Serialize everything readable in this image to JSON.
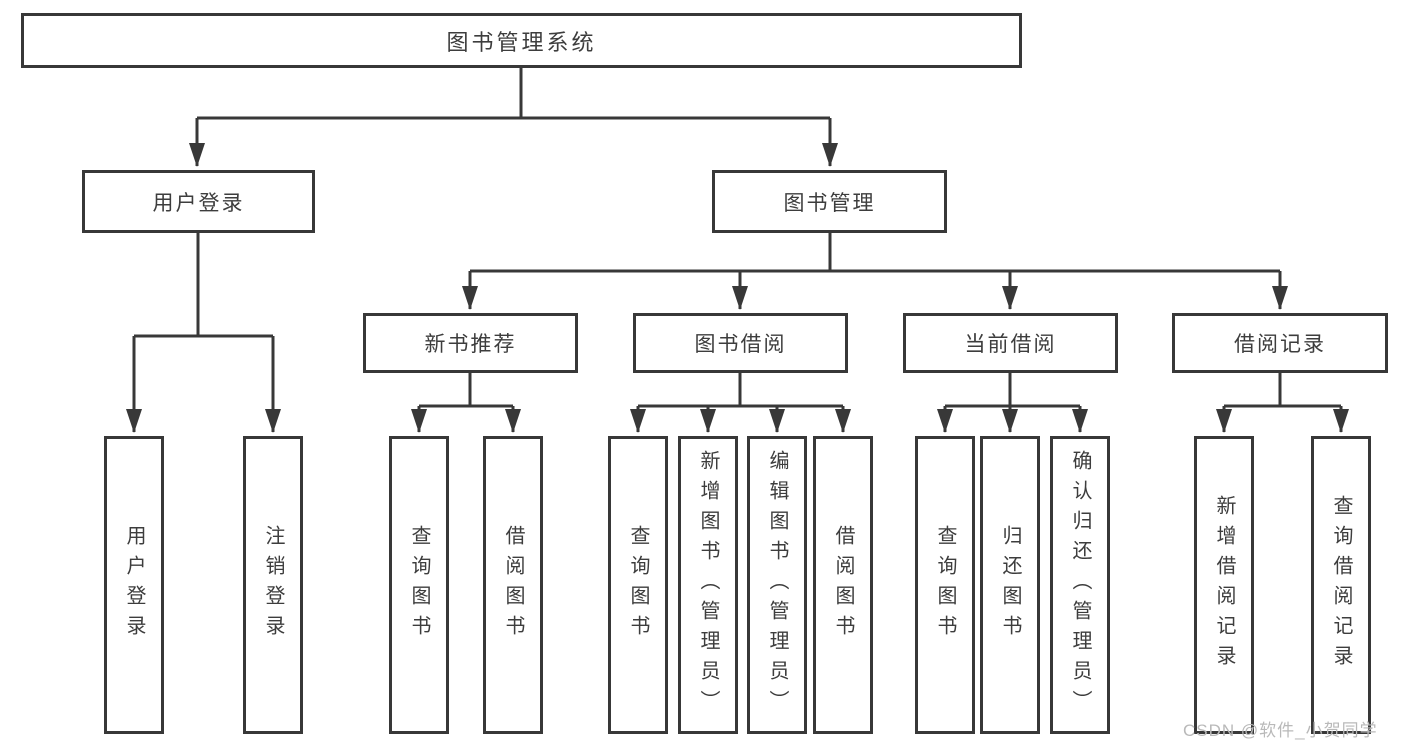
{
  "diagram": {
    "root": {
      "label": "图书管理系统"
    },
    "user_branch": {
      "label": "用户登录",
      "leaves": [
        {
          "label": "用户登录"
        },
        {
          "label": "注销登录"
        }
      ]
    },
    "book_branch": {
      "label": "图书管理",
      "sections": [
        {
          "label": "新书推荐",
          "leaves": [
            {
              "label": "查询图书"
            },
            {
              "label": "借阅图书"
            }
          ]
        },
        {
          "label": "图书借阅",
          "leaves": [
            {
              "label": "查询图书"
            },
            {
              "label": "新增图书（管理员）"
            },
            {
              "label": "编辑图书（管理员）"
            },
            {
              "label": "借阅图书"
            }
          ]
        },
        {
          "label": "当前借阅",
          "leaves": [
            {
              "label": "查询图书"
            },
            {
              "label": "归还图书"
            },
            {
              "label": "确认归还（管理员）"
            }
          ]
        },
        {
          "label": "借阅记录",
          "leaves": [
            {
              "label": "新增借阅记录"
            },
            {
              "label": "查询借阅记录"
            }
          ]
        }
      ]
    }
  },
  "watermark": {
    "text": "CSDN @软件_小贺同学"
  },
  "colors": {
    "line": "#383838",
    "box_border": "#383838",
    "box_fill": "#ffffff",
    "text": "#3d3d3d",
    "watermark": "#b9b9b9"
  }
}
